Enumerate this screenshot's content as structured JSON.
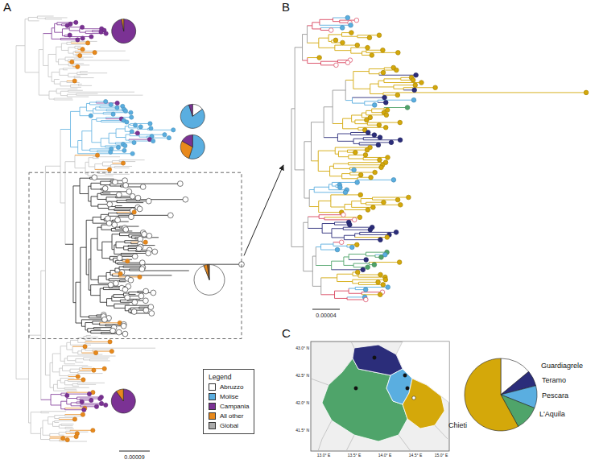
{
  "diagram": {
    "labels": [
      "A",
      "B",
      "C",
      "0.00009",
      "0.00004",
      "Legend",
      "Guardiagrele",
      "Teramo",
      "Pescara",
      "L'Aquila",
      "Chieti",
      "43.0° N",
      "42.5° N",
      "42.0° N",
      "41.5° N",
      "13.0° E",
      "13.5° E",
      "14.0° E",
      "14.5° E",
      "15.0° E"
    ],
    "legend": [
      {
        "text": "Abruzzo",
        "color": "#ffffff"
      },
      {
        "text": "Molise",
        "color": "#5aaee0"
      },
      {
        "text": "Campania",
        "color": "#7b3294"
      },
      {
        "text": "All other",
        "color": "#e8891c"
      },
      {
        "text": "Global",
        "color": "#aaaaaa"
      }
    ]
  }
}
